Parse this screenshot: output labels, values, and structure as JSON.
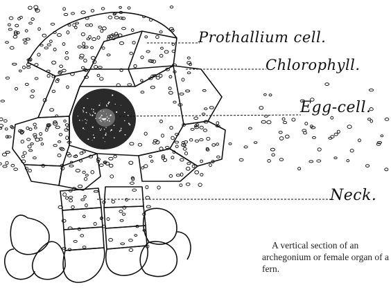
{
  "labels": {
    "prothallium": "Prothallium cell.",
    "chlorophyll": "Chlorophyll.",
    "egg_cell": "Egg-cell.",
    "neck": "Neck."
  },
  "caption": "A vertical section of an archegonium or female organ of a fern.",
  "colors": {
    "ink": "#111111",
    "paper": "#ffffff",
    "egg": "#2a2a2a"
  }
}
